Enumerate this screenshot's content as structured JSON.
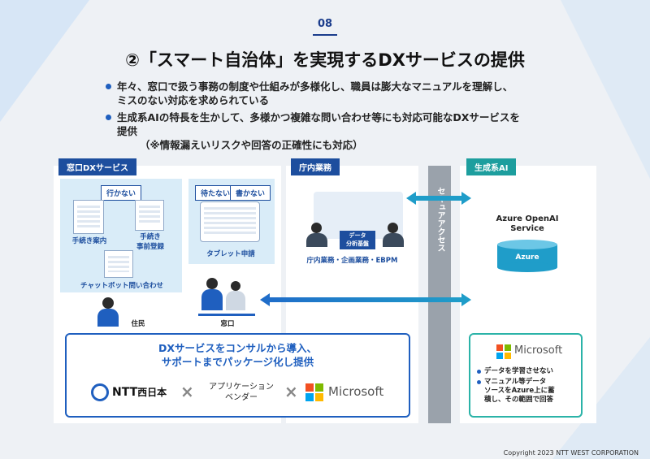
{
  "page_number": "08",
  "title": "②「スマート自治体」を実現するDXサービスの提供",
  "bullets": [
    {
      "line1": "年々、窓口で扱う事務の制度や仕組みが多様化し、職員は膨大なマニュアルを理解し、",
      "line2": "ミスのない対応を求められている"
    },
    {
      "line1": "生成系AIの特長を生かして、多様かつ複雑な問い合わせ等にも対応可能なDXサービスを",
      "line2": "提供",
      "line3": "（※情報漏えいリスクや回答の正確性にも対応）"
    }
  ],
  "window_section": {
    "tag": "窓口DXサービス",
    "ikanai": "行かない",
    "tetsuzuki_annai": "手続き案内",
    "tetsuzuki_jizen_1": "手続き",
    "tetsuzuki_jizen_2": "事前登録",
    "chatbot": "チャットボット問い合わせ",
    "matanai": "待たない",
    "kakanai": "書かない",
    "tablet": "タブレット申請",
    "resident": "住民",
    "counter": "窓口"
  },
  "internal_section": {
    "tag": "庁内業務",
    "data_label_1": "データ",
    "data_label_2": "分析基盤",
    "caption": "庁内業務・企画業務・EBPM"
  },
  "security_label": "セキュアアクセス",
  "ai_section": {
    "tag": "生成系AI",
    "service_1": "Azure OpenAI",
    "service_2": "Service",
    "cylinder": "Azure"
  },
  "dx_box": {
    "line1": "DXサービスをコンサルから導入、",
    "line2": "サポートまでパッケージ化し提供",
    "ntt": "NTT",
    "ntt_sub": "西日本",
    "cross": "×",
    "vendor_1": "アプリケーション",
    "vendor_2": "ベンダー",
    "microsoft": "Microsoft"
  },
  "ms_box": {
    "microsoft": "Microsoft",
    "point1": "データを学習させない",
    "point2_1": "マニュアル等データ",
    "point2_2": "ソースをAzure上に蓄",
    "point2_3": "積し、その範囲で回答"
  },
  "copyright": "Copyright 2023 NTT WEST CORPORATION",
  "colors": {
    "navy": "#1d4e9e",
    "teal": "#1d9e9e",
    "arrow": "#1f9dc9",
    "gray": "#9aa2ab"
  }
}
